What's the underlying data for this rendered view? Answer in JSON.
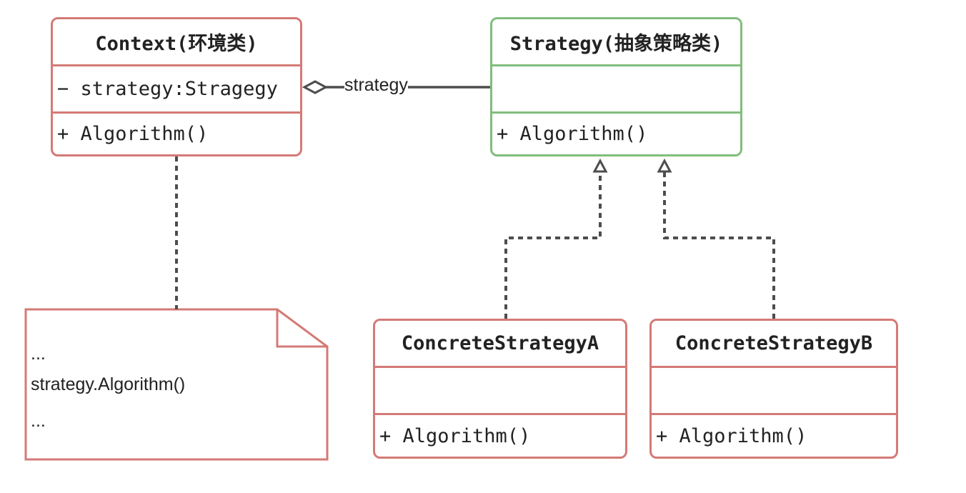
{
  "context": {
    "title": "Context(环境类)",
    "attribute": "− strategy:Stragegy",
    "method": "+ Algorithm()"
  },
  "strategy": {
    "title": "Strategy(抽象策略类)",
    "attribute": "",
    "method": "+ Algorithm()"
  },
  "association": {
    "label": "strategy"
  },
  "concrete_a": {
    "title": "ConcreteStrategyA",
    "attribute": "",
    "method": "+ Algorithm()"
  },
  "concrete_b": {
    "title": "ConcreteStrategyB",
    "attribute": "",
    "method": "+ Algorithm()"
  },
  "note": {
    "lines": [
      "...",
      "strategy.Algorithm()",
      "..."
    ]
  },
  "colors": {
    "concrete_border": "#d47a76",
    "abstract_border": "#82bd7c",
    "connector": "#4d4d4d"
  }
}
